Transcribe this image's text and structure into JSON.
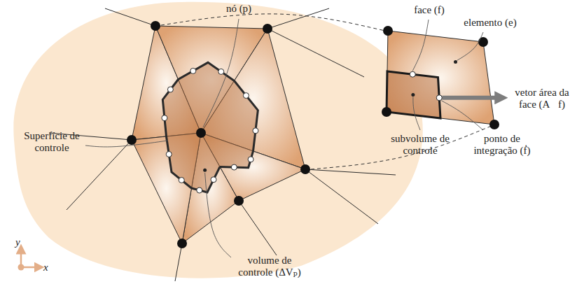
{
  "diagram": {
    "labels": [
      "nó (p)",
      "Superfície de controle",
      "volume de controle (ΔVₚ)",
      "face (f)",
      "elemento (e)",
      "vetor área da face (A⃗f)",
      "subvolume de controle",
      "ponto de integração (ḟ)",
      "y",
      "x"
    ]
  }
}
